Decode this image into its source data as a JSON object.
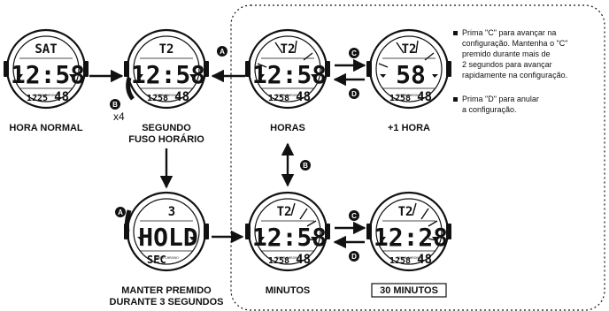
{
  "watches": [
    {
      "top": "SAT",
      "main": "12:58",
      "sub_left": "1225",
      "sub_right": "48"
    },
    {
      "top": "T2",
      "main": "12:58",
      "sub_left": "1258",
      "sub_right": "48"
    },
    {
      "top": "T2",
      "main": "12:58",
      "sub_left": "1258",
      "sub_right": "48"
    },
    {
      "top": "T2",
      "main": "  58",
      "sub_left": "1258",
      "sub_right": "48"
    },
    {
      "top": "3",
      "main": "HOLD",
      "sub_left": "SEC",
      "sub_right": ""
    },
    {
      "top": "T2",
      "main": "12:58",
      "sub_left": "1258",
      "sub_right": "48"
    },
    {
      "top": "T2",
      "main": "12:28",
      "sub_left": "1258",
      "sub_right": "48"
    }
  ],
  "buttons": {
    "A": "A",
    "B": "B",
    "C": "C",
    "D": "D"
  },
  "labels": {
    "press_count": "x4"
  },
  "captions": {
    "hora_normal": "HORA NORMAL",
    "segundo_l1": "SEGUNDO",
    "segundo_l2": "FUSO HORÁRIO",
    "horas": "HORAS",
    "mais_1_hora": "+1 HORA",
    "manter_l1": "MANTER PREMIDO",
    "manter_l2": "DURANTE 3 SEGUNDOS",
    "minutos": "MINUTOS",
    "trinta_minutos": "30 MINUTOS"
  },
  "notes": [
    {
      "lines": [
        "Prima \"C\" para avançar na",
        "configuração. Mantenha o \"C\"",
        "premido durante mais de",
        "2 segundos para avançar",
        "rapidamente na configuração."
      ]
    },
    {
      "lines": [
        "Prima \"D\" para anular",
        "a configuração."
      ]
    }
  ]
}
